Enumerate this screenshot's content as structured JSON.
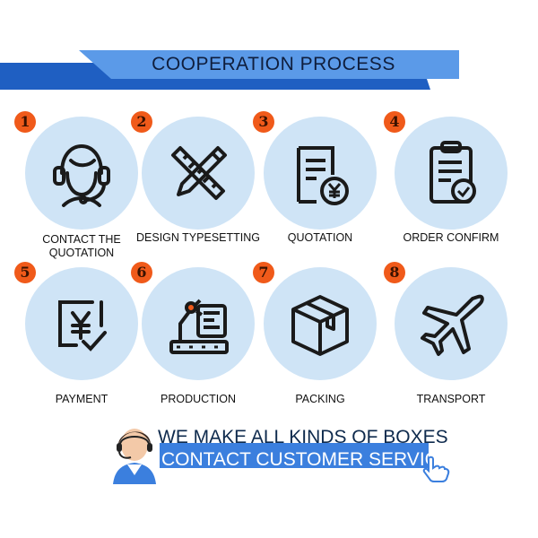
{
  "header": {
    "title": "COOPERATION PROCESS"
  },
  "steps": [
    {
      "number": "1",
      "label": "CONTACT THE QUOTATION",
      "icon": "headset-agent-icon"
    },
    {
      "number": "2",
      "label": "DESIGN TYPESETTING",
      "icon": "pencil-ruler-icon"
    },
    {
      "number": "3",
      "label": "QUOTATION",
      "icon": "document-yen-icon"
    },
    {
      "number": "4",
      "label": "ORDER CONFIRM",
      "icon": "clipboard-check-icon"
    },
    {
      "number": "5",
      "label": "PAYMENT",
      "icon": "yen-payment-icon"
    },
    {
      "number": "6",
      "label": "PRODUCTION",
      "icon": "robot-arm-factory-icon"
    },
    {
      "number": "7",
      "label": "PACKING",
      "icon": "box-package-icon"
    },
    {
      "number": "8",
      "label": "TRANSPORT",
      "icon": "airplane-icon"
    }
  ],
  "cta": {
    "line1": "WE MAKE ALL KINDS OF BOXES",
    "line2": "CONTACT CUSTOMER SERVICE"
  },
  "colors": {
    "banner_blue": "#3b7fde",
    "banner_dark": "#1f5fc2",
    "circle": "#cfe4f6",
    "badge": "#f05a1a"
  }
}
